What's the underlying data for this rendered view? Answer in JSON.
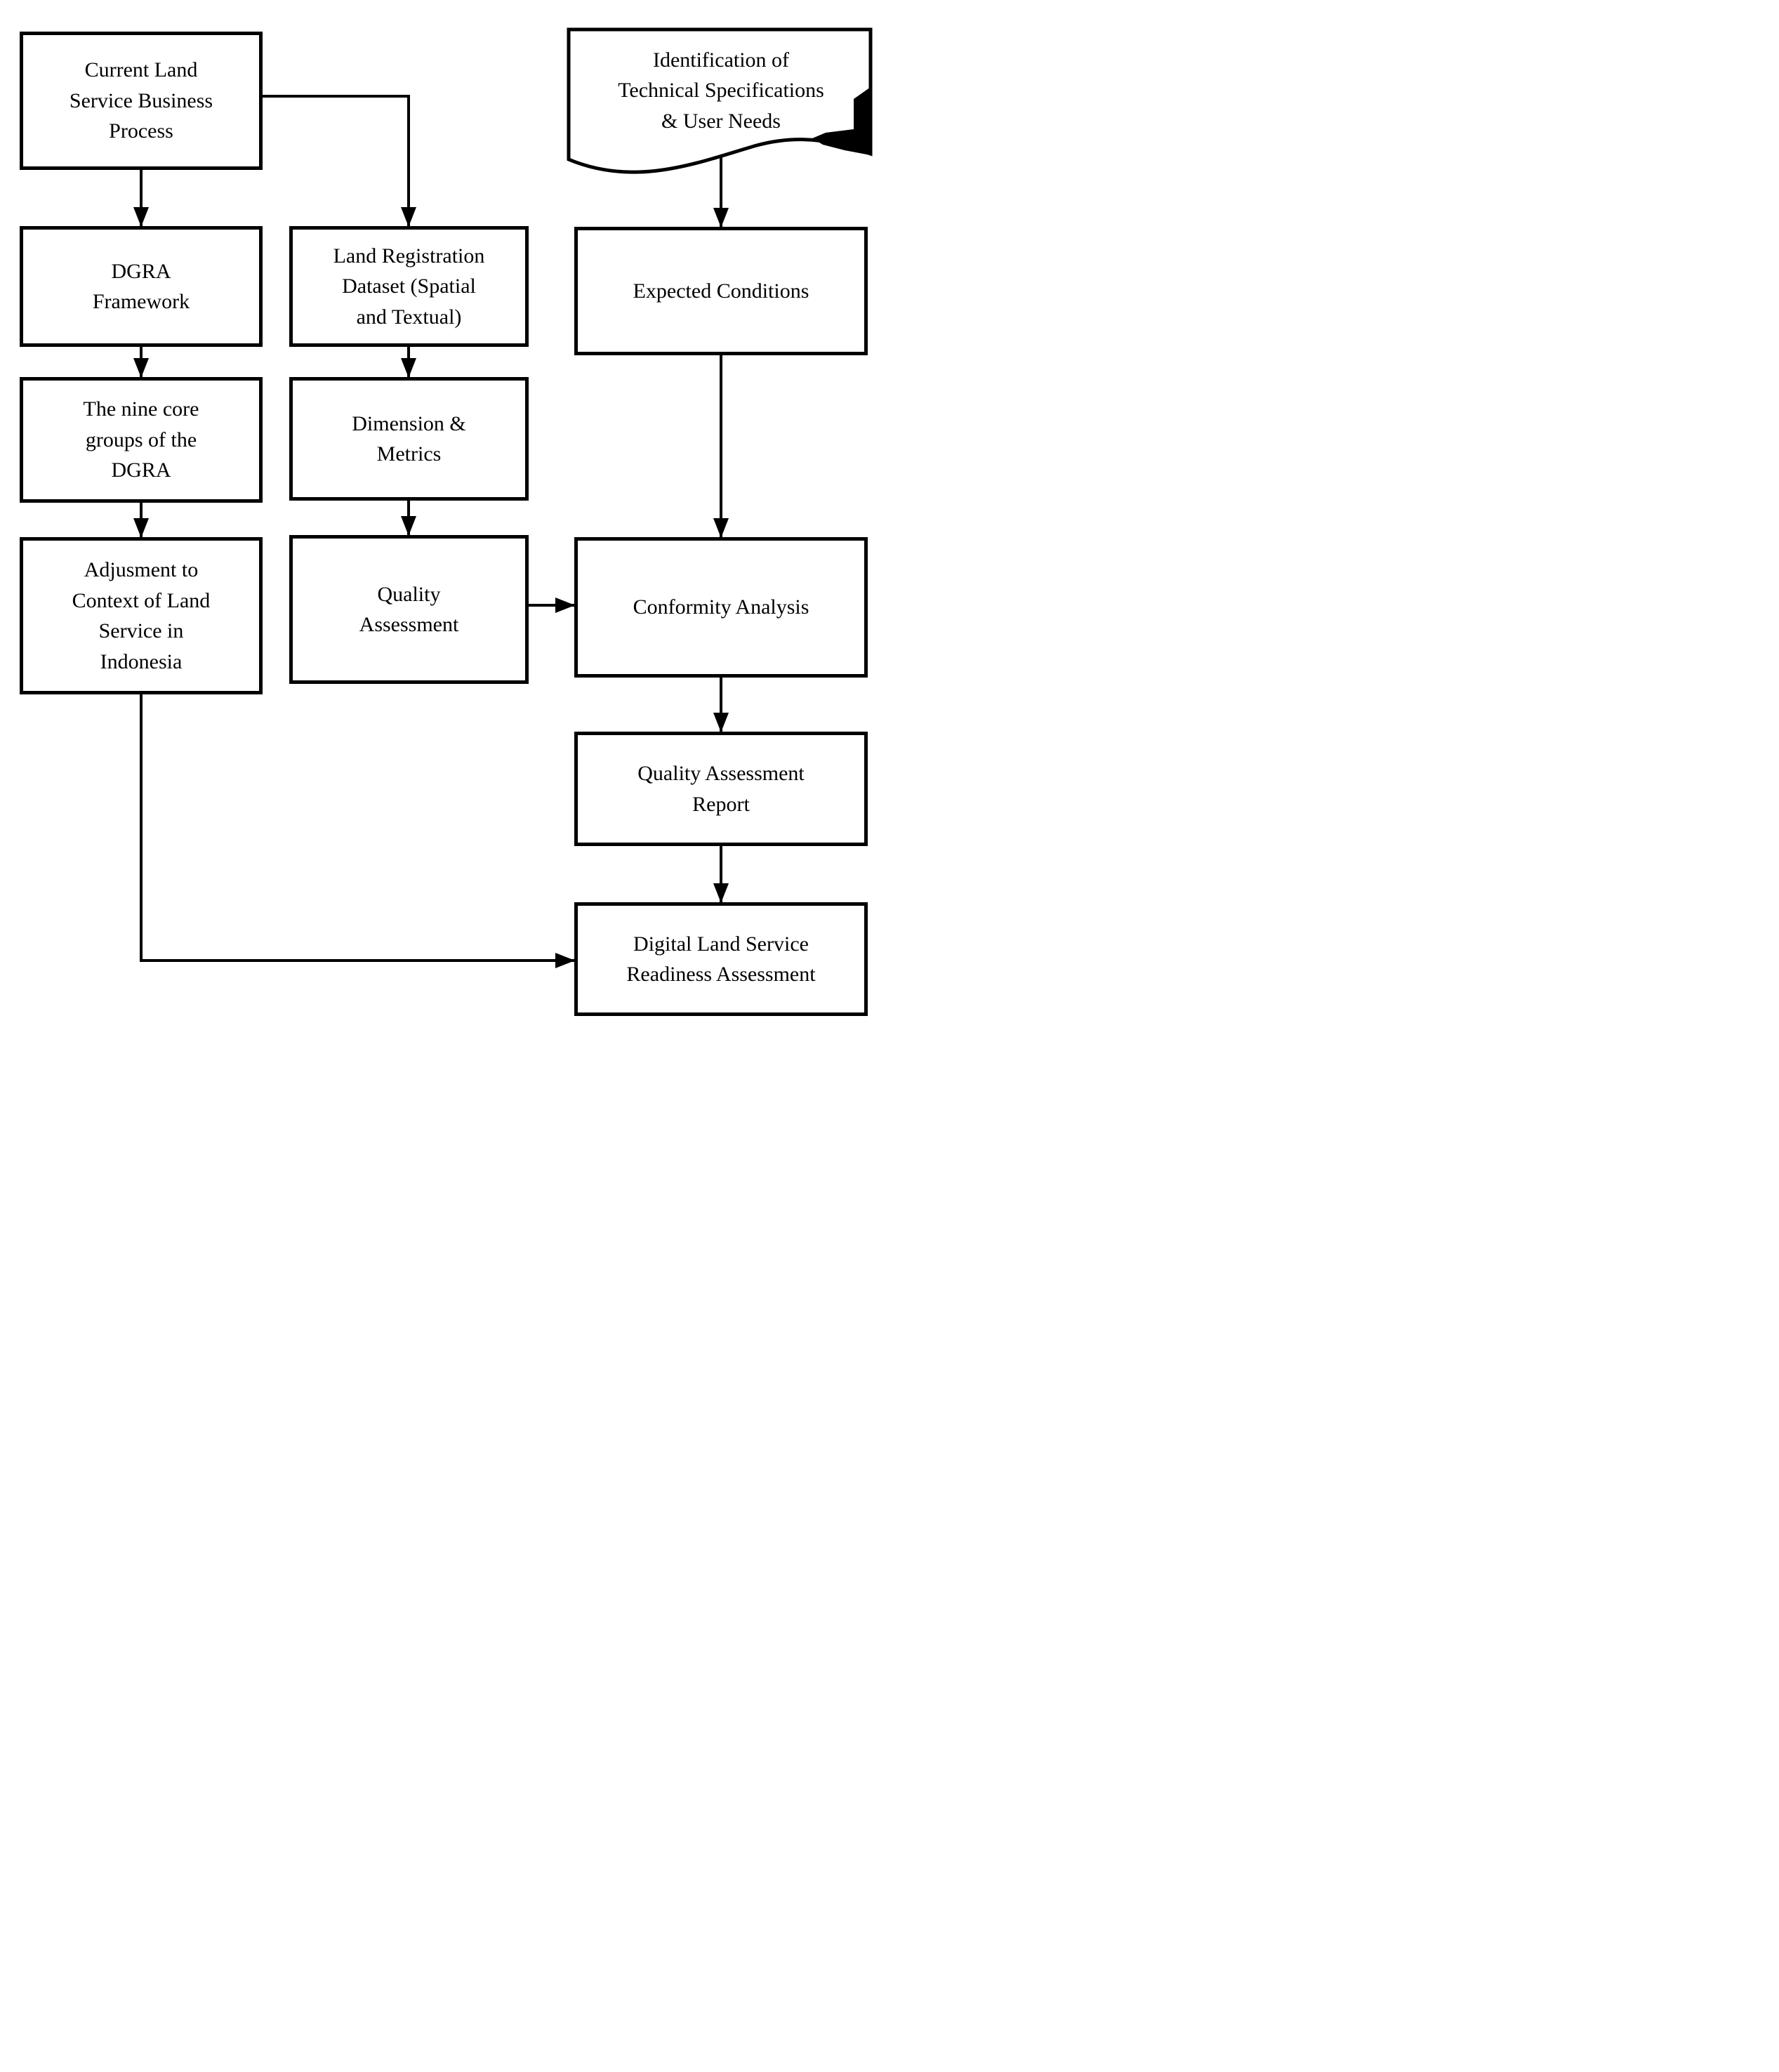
{
  "diagram": {
    "type": "flowchart",
    "colors": {
      "line": "#000000",
      "fill": "#ffffff",
      "background": "#ffffff"
    },
    "nodes": {
      "current_land": {
        "shape": "rectangle",
        "label": "Current Land\nService Business\nProcess"
      },
      "identification": {
        "shape": "document",
        "label": "Identification of\nTechnical Specifications\n& User Needs"
      },
      "dgra_framework": {
        "shape": "rectangle",
        "label": "DGRA\nFramework"
      },
      "land_registration": {
        "shape": "rectangle",
        "label": "Land Registration\nDataset (Spatial\nand Textual)"
      },
      "expected_conditions": {
        "shape": "rectangle",
        "label": "Expected Conditions"
      },
      "nine_core": {
        "shape": "rectangle",
        "label": "The nine core\ngroups of the\nDGRA"
      },
      "dimension_metrics": {
        "shape": "rectangle",
        "label": "Dimension &\nMetrics"
      },
      "adjustment": {
        "shape": "rectangle",
        "label": "Adjusment to\nContext of Land\nService in\nIndonesia"
      },
      "quality_assessment": {
        "shape": "rectangle",
        "label": "Quality\nAssessment"
      },
      "conformity_analysis": {
        "shape": "rectangle",
        "label": "Conformity Analysis"
      },
      "qa_report": {
        "shape": "rectangle",
        "label": "Quality Assessment\nReport"
      },
      "digital_land": {
        "shape": "rectangle",
        "label": "Digital Land Service\nReadiness Assessment"
      }
    },
    "edges": [
      {
        "from": "current_land",
        "to": "dgra_framework",
        "style": "straight"
      },
      {
        "from": "current_land",
        "to": "land_registration",
        "style": "elbow"
      },
      {
        "from": "identification",
        "to": "expected_conditions",
        "style": "straight"
      },
      {
        "from": "dgra_framework",
        "to": "nine_core",
        "style": "straight"
      },
      {
        "from": "land_registration",
        "to": "dimension_metrics",
        "style": "straight"
      },
      {
        "from": "expected_conditions",
        "to": "conformity_analysis",
        "style": "straight"
      },
      {
        "from": "nine_core",
        "to": "adjustment",
        "style": "straight"
      },
      {
        "from": "dimension_metrics",
        "to": "quality_assessment",
        "style": "straight"
      },
      {
        "from": "quality_assessment",
        "to": "conformity_analysis",
        "style": "straight"
      },
      {
        "from": "conformity_analysis",
        "to": "qa_report",
        "style": "straight"
      },
      {
        "from": "qa_report",
        "to": "digital_land",
        "style": "straight"
      },
      {
        "from": "adjustment",
        "to": "digital_land",
        "style": "elbow"
      }
    ]
  }
}
